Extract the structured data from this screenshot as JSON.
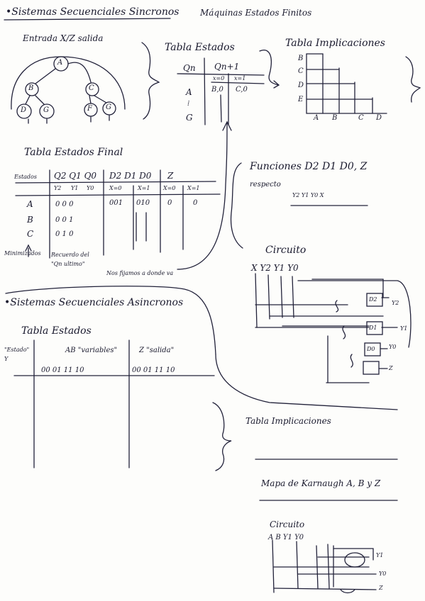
{
  "header": {
    "title": "•Sistemas Secuenciales Sincronos",
    "subtitle": "Máquinas Estados Finitos"
  },
  "sync": {
    "diagram": {
      "label": "Entrada X/Z salida",
      "states": [
        "A",
        "B",
        "C",
        "D",
        "G",
        "F",
        "G"
      ]
    },
    "states_table": {
      "title": "Tabla Estados",
      "qn": "Qn",
      "qn1": "Qn+1",
      "x0": "x=0",
      "x1": "x=1",
      "rows": [
        {
          "state": "A",
          "v0": "B,0",
          "v1": "C,0"
        },
        {
          "state": "⁞",
          "v0": "",
          "v1": ""
        },
        {
          "state": "G",
          "v0": "",
          "v1": ""
        }
      ]
    },
    "implication_table": {
      "title": "Tabla Implicaciones",
      "row_labels": [
        "B",
        "C",
        "D",
        "E"
      ],
      "col_labels": [
        "A",
        "B",
        "C",
        "D"
      ]
    },
    "final_table": {
      "title": "Tabla Estados Final",
      "headers": [
        "Estados",
        "Q2 Q1 Q0",
        "D2 D1 D0",
        "Z"
      ],
      "sub_q": [
        "Y2",
        "Y1",
        "Y0"
      ],
      "sub_d": [
        "X=0",
        "X=1"
      ],
      "sub_z": [
        "X=0",
        "X=1"
      ],
      "rows": [
        {
          "state": "A",
          "q": "0  0  0",
          "d0": "001",
          "d1": "010",
          "z0": "0",
          "z1": "0"
        },
        {
          "state": "B",
          "q": "0  0  1",
          "d0": "",
          "d1": "",
          "z0": "",
          "z1": ""
        },
        {
          "state": "C",
          "q": "0  1  0",
          "d0": "",
          "d1": "",
          "z0": "",
          "z1": ""
        }
      ],
      "note_min": "Minimizados",
      "note_q": "Recuerdo del \"Qn ultimo\"",
      "note_d": "Nos fijamos a donde va"
    },
    "functions": {
      "title": "Funciones D2 D1 D0, Z",
      "respect": "respecto",
      "vars": "Y2 Y1 Y0 X"
    },
    "circuit": {
      "title": "Circuito",
      "inputs": "X  Y2  Y1  Y0",
      "blocks": [
        "D2",
        "D1",
        "D0",
        "Z"
      ],
      "outputs": [
        "Y2",
        "Y1",
        "Y0",
        "Z"
      ]
    }
  },
  "async": {
    "title": "•Sistemas Secuenciales Asincronos",
    "states_table": {
      "title": "Tabla Estados",
      "col_state": "\"Estado\" Y",
      "col_inputs": "AB \"variables\"",
      "col_output": "Z \"salida\"",
      "codes_inputs": "00  01  11  10",
      "codes_output": "00  01  11  10"
    },
    "implication_title": "Tabla Implicaciones",
    "karnaugh_title": "Mapa de Karnaugh A, B y Z",
    "circuit": {
      "title": "Circuito",
      "inputs": "A    B    Y1  Y0",
      "outputs": [
        "Y1",
        "Y0",
        "Z"
      ]
    }
  }
}
